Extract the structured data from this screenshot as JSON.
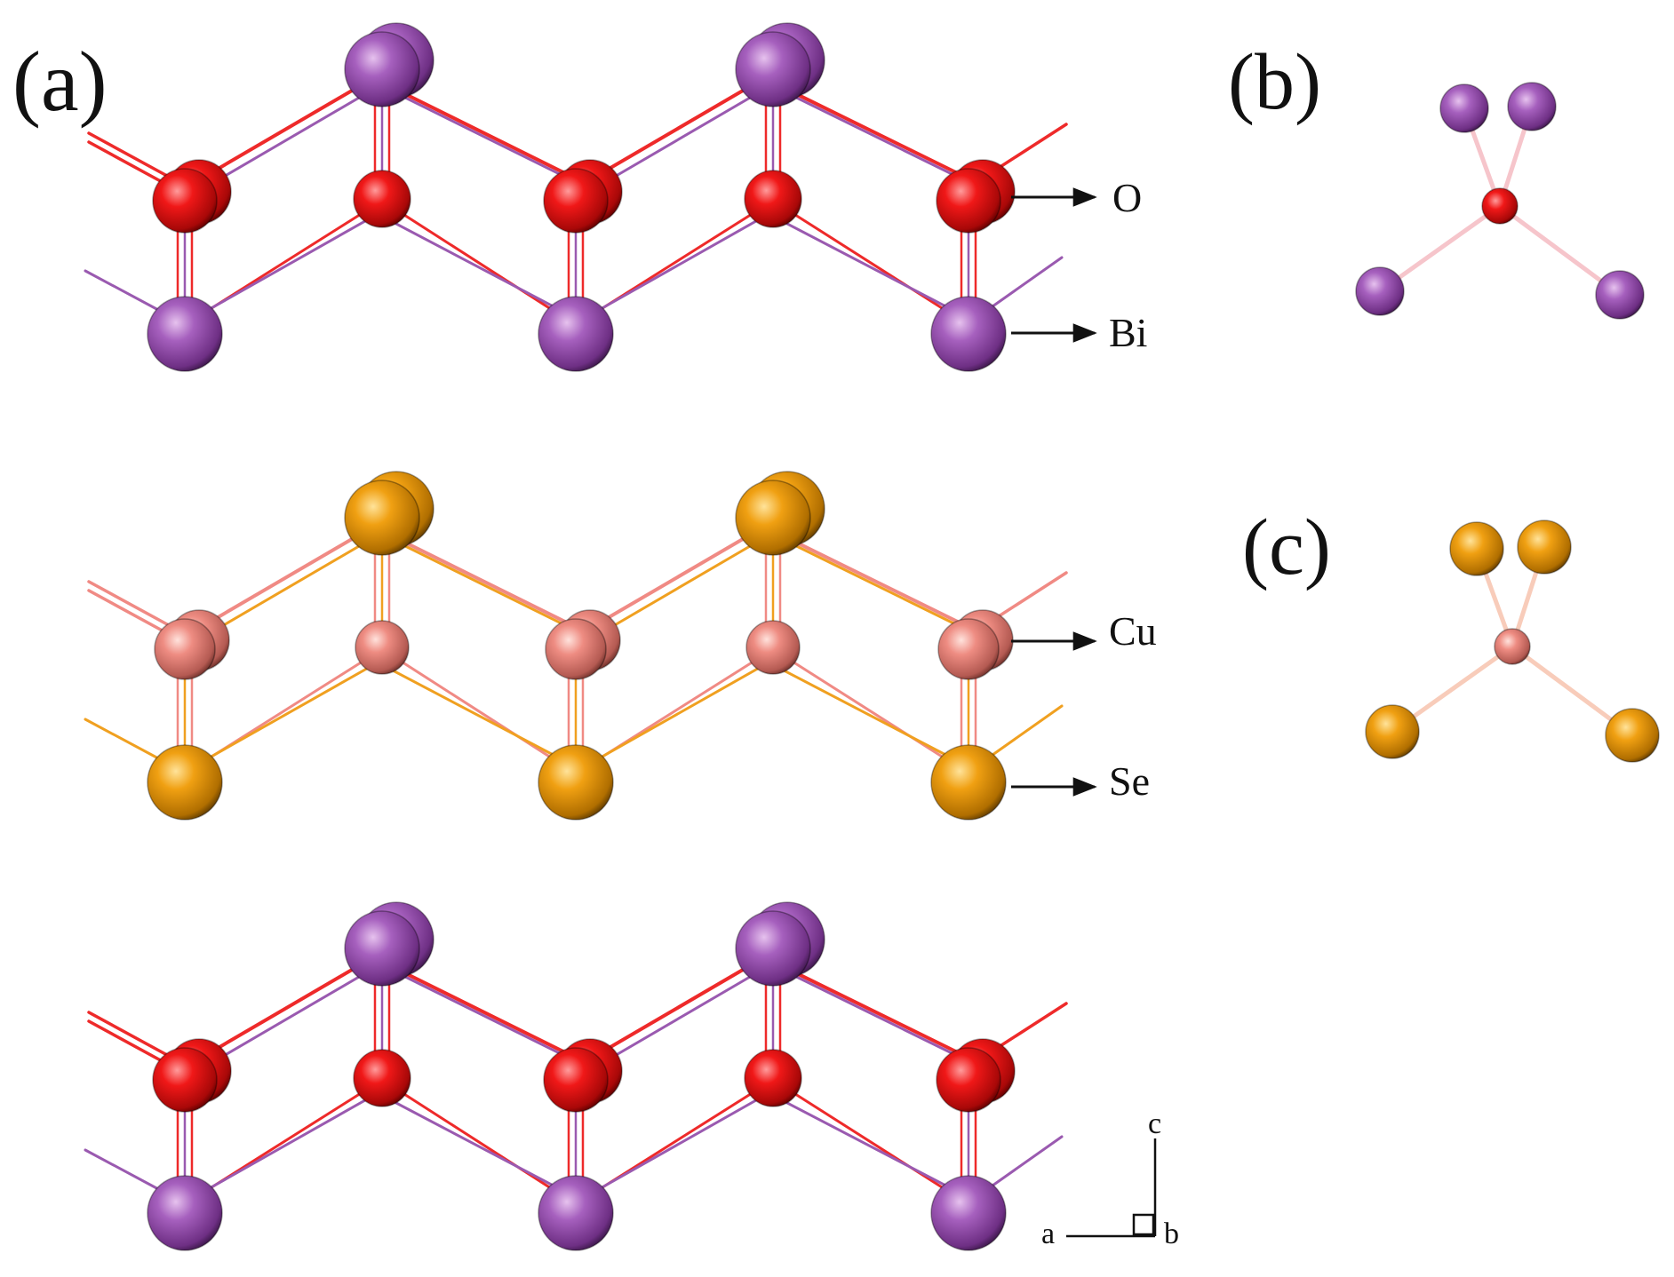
{
  "panels": {
    "a": "(a)",
    "b": "(b)",
    "c": "(c)"
  },
  "element_labels": {
    "o": "O",
    "bi": "Bi",
    "cu": "Cu",
    "se": "Se"
  },
  "axes": {
    "c": "c",
    "a": "a",
    "b": "b"
  },
  "colors": {
    "bi": "#9a52b2",
    "o": "#e8151a",
    "cu": "#e88278",
    "se": "#e89a10",
    "bond_bi": "#9a5ab0",
    "bond_o": "#ee2a2a",
    "bond_cu": "#f08a84",
    "bond_se": "#f0a020"
  }
}
